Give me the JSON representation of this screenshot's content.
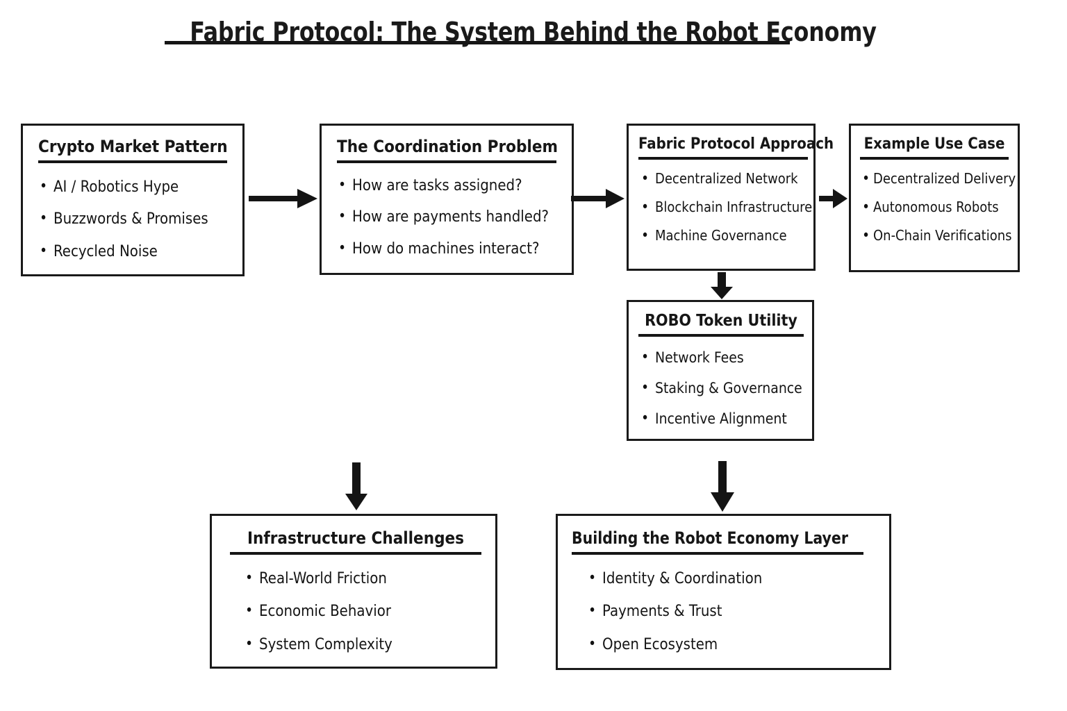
{
  "title": {
    "text": "Fabric Protocol: The System Behind the Robot Economy"
  },
  "colors": {
    "ink": "#1a1a1a",
    "background": "#ffffff",
    "rule": "#151515"
  },
  "cards": {
    "crypto_market_pattern": {
      "heading": "Crypto Market Pattern",
      "bullets": [
        "AI / Robotics Hype",
        "Buzzwords & Promises",
        "Recycled Noise"
      ]
    },
    "coordination_problem": {
      "heading": "The Coordination Problem",
      "bullets": [
        "How are tasks assigned?",
        "How are payments handled?",
        "How do machines interact?"
      ]
    },
    "fabric_protocol_approach": {
      "heading": "Fabric Protocol Approach",
      "bullets": [
        "Decentralized Network",
        "Blockchain Infrastructure",
        "Machine Governance"
      ]
    },
    "example_use_case": {
      "heading": "Example Use Case",
      "bullets": [
        "Decentralized Delivery",
        "Autonomous Robots",
        "On-Chain Verifications"
      ]
    },
    "robo_token_utility": {
      "heading": "ROBO Token Utility",
      "bullets": [
        "Network Fees",
        "Staking & Governance",
        "Incentive Alignment"
      ]
    },
    "infrastructure_challenges": {
      "heading": "Infrastructure Challenges",
      "bullets": [
        "Real-World Friction",
        "Economic Behavior",
        "System Complexity"
      ]
    },
    "building_robot_economy_layer": {
      "heading": "Building the Robot Economy Layer",
      "bullets": [
        "Identity & Coordination",
        "Payments & Trust",
        "Open Ecosystem"
      ]
    }
  },
  "connectors": [
    {
      "name": "arrow-market-to-coordination",
      "direction": "right"
    },
    {
      "name": "arrow-coordination-to-fabric",
      "direction": "right"
    },
    {
      "name": "arrow-fabric-to-usecase",
      "direction": "right"
    },
    {
      "name": "arrow-fabric-to-robo",
      "direction": "down"
    },
    {
      "name": "arrow-to-infrastructure",
      "direction": "down"
    },
    {
      "name": "arrow-robo-to-building",
      "direction": "down"
    }
  ]
}
